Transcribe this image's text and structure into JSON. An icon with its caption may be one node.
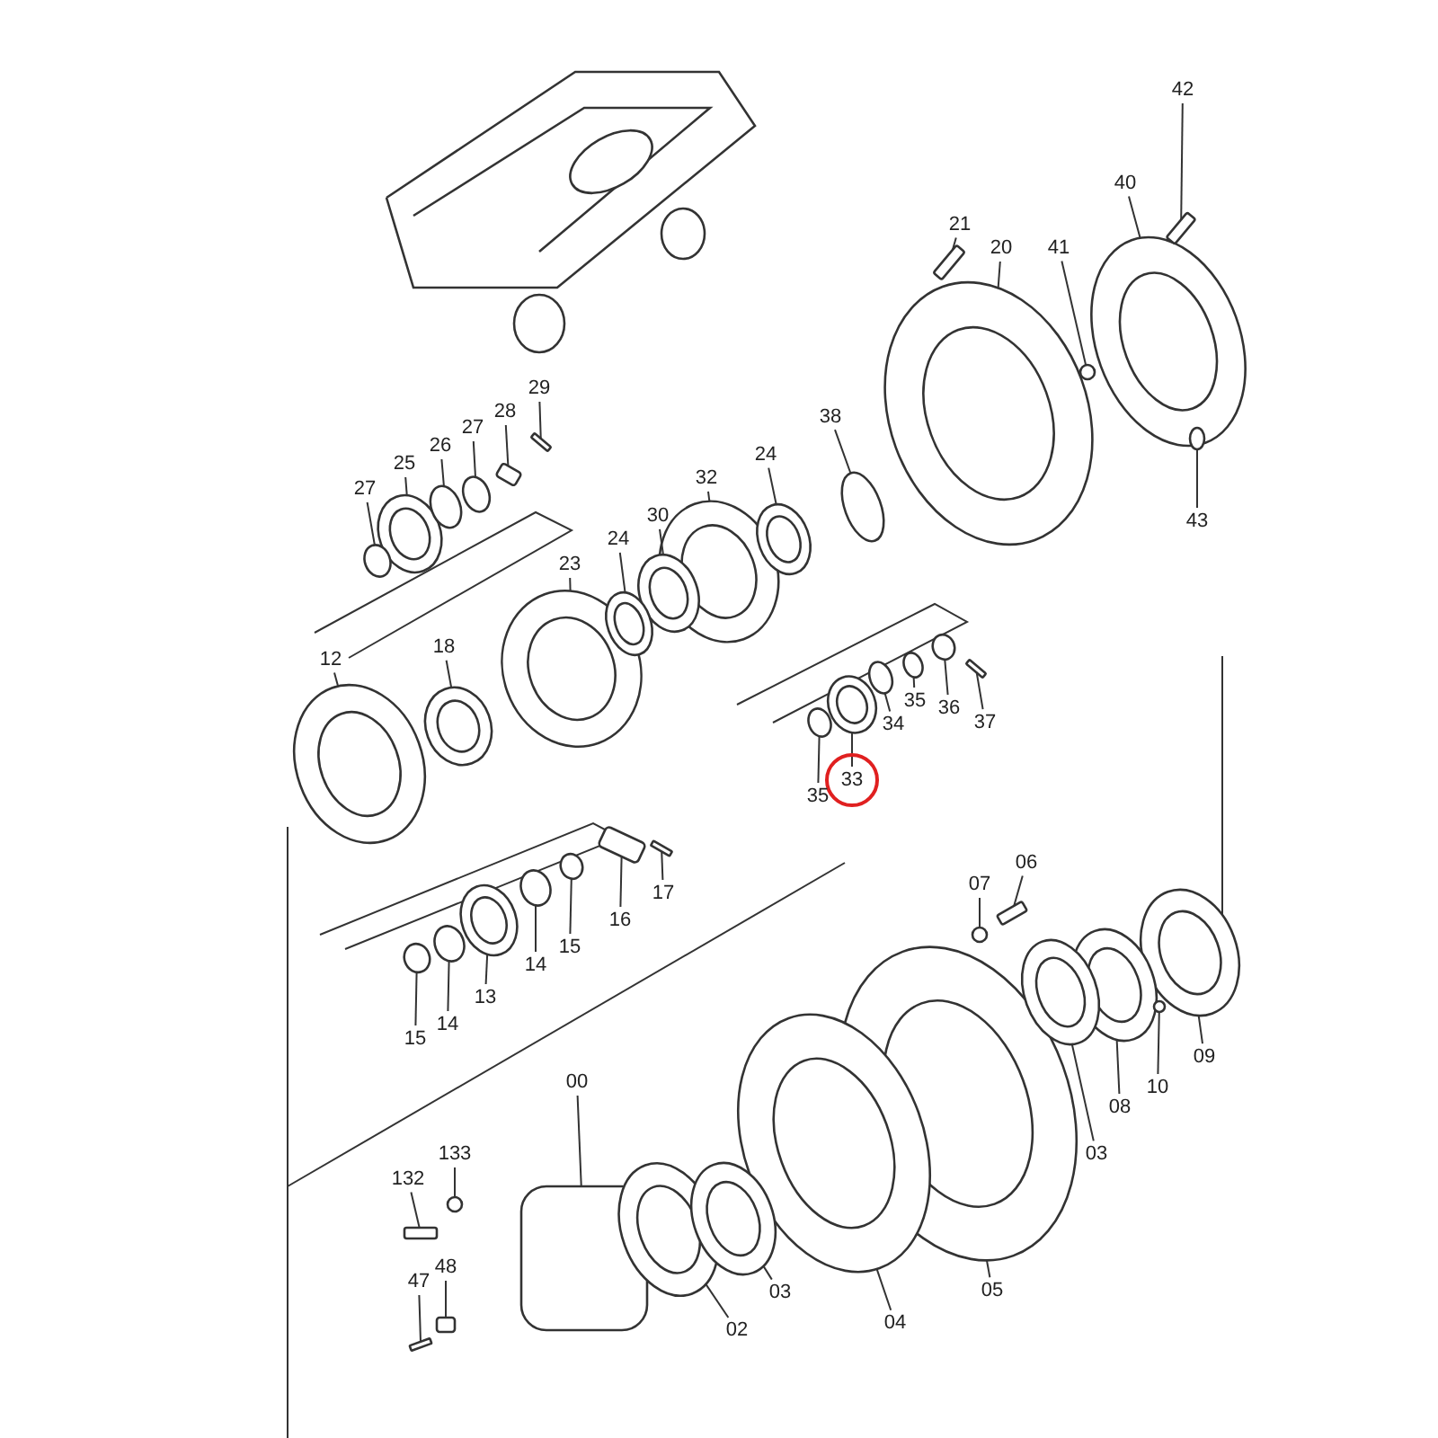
{
  "diagram": {
    "nodes": [
      {
        "text": [
          "42"
        ]
      },
      {
        "text": [
          "40"
        ]
      },
      {
        "text": [
          "21"
        ]
      },
      {
        "text": [
          "20"
        ]
      },
      {
        "text": [
          "41"
        ]
      },
      {
        "text": [
          "29"
        ]
      },
      {
        "text": [
          "28"
        ]
      },
      {
        "text": [
          "27"
        ]
      },
      {
        "text": [
          "26"
        ]
      },
      {
        "text": [
          "25"
        ]
      },
      {
        "text": [
          "27"
        ]
      },
      {
        "text": [
          "38"
        ]
      },
      {
        "text": [
          "24"
        ]
      },
      {
        "text": [
          "32"
        ]
      },
      {
        "text": [
          "30"
        ]
      },
      {
        "text": [
          "24"
        ]
      },
      {
        "text": [
          "23"
        ]
      },
      {
        "text": [
          "43"
        ]
      },
      {
        "text": [
          "12"
        ]
      },
      {
        "text": [
          "18"
        ]
      },
      {
        "text": [
          "37"
        ]
      },
      {
        "text": [
          "36"
        ]
      },
      {
        "text": [
          "35"
        ]
      },
      {
        "text": [
          "34"
        ]
      },
      {
        "text": [
          "33"
        ]
      },
      {
        "text": [
          "35"
        ]
      },
      {
        "text": [
          "17"
        ]
      },
      {
        "text": [
          "16"
        ]
      },
      {
        "text": [
          "15"
        ]
      },
      {
        "text": [
          "14"
        ]
      },
      {
        "text": [
          "13"
        ]
      },
      {
        "text": [
          "14"
        ]
      },
      {
        "text": [
          "15"
        ]
      },
      {
        "text": [
          "07"
        ]
      },
      {
        "text": [
          "06"
        ]
      },
      {
        "text": [
          "09"
        ]
      },
      {
        "text": [
          "10"
        ]
      },
      {
        "text": [
          "08"
        ]
      },
      {
        "text": [
          "03"
        ]
      },
      {
        "text": [
          "00"
        ]
      },
      {
        "text": [
          "133"
        ]
      },
      {
        "text": [
          "132"
        ]
      },
      {
        "text": [
          "48"
        ]
      },
      {
        "text": [
          "47"
        ]
      },
      {
        "text": [
          "05"
        ]
      },
      {
        "text": [
          "04"
        ]
      },
      {
        "text": [
          "03"
        ]
      },
      {
        "text": [
          "02"
        ]
      },
      {
        "text": [],
        "shape": "box"
      },
      {
        "text": [],
        "shape": "circle"
      },
      {
        "text": [],
        "shape": "box"
      },
      {
        "text": [],
        "shape": "circle"
      },
      {
        "text": [],
        "shape": "circle"
      },
      {
        "text": [],
        "shape": "box"
      },
      {
        "text": [],
        "shape": "box"
      },
      {
        "text": [],
        "shape": "circle"
      },
      {
        "text": [],
        "shape": "circle"
      },
      {
        "text": [],
        "shape": "circle"
      },
      {
        "text": [],
        "shape": "circle"
      },
      {
        "text": [],
        "shape": "circle"
      },
      {
        "text": [],
        "shape": "circle"
      },
      {
        "text": [],
        "shape": "circle"
      },
      {
        "text": [],
        "shape": "circle"
      },
      {
        "text": [],
        "shape": "circle"
      },
      {
        "text": [],
        "shape": "circle"
      },
      {
        "text": [],
        "shape": "circle"
      },
      {
        "text": [],
        "shape": "circle"
      },
      {
        "text": [],
        "shape": "circle"
      },
      {
        "text": [],
        "shape": "box"
      },
      {
        "text": [],
        "shape": "circle"
      },
      {
        "text": [],
        "shape": "circle"
      },
      {
        "text": [],
        "shape": "circle"
      },
      {
        "text": [],
        "shape": "circle"
      },
      {
        "text": [],
        "shape": "circle"
      },
      {
        "text": [],
        "shape": "box"
      },
      {
        "text": [],
        "shape": "box"
      },
      {
        "text": [],
        "shape": "circle"
      },
      {
        "text": [],
        "shape": "circle"
      },
      {
        "text": [],
        "shape": "circle"
      },
      {
        "text": [],
        "shape": "circle"
      },
      {
        "text": [],
        "shape": "circle"
      },
      {
        "text": [],
        "shape": "circle"
      },
      {
        "text": [],
        "shape": "box"
      },
      {
        "text": [],
        "shape": "circle"
      },
      {
        "text": [],
        "shape": "circle"
      },
      {
        "text": [],
        "shape": "circle"
      },
      {
        "text": [],
        "shape": "circle"
      },
      {
        "text": [],
        "shape": "box"
      },
      {
        "text": [],
        "shape": "circle"
      },
      {
        "text": [],
        "shape": "box"
      },
      {
        "text": [],
        "shape": "box"
      },
      {
        "text": [],
        "shape": "box"
      },
      {
        "text": [],
        "shape": "circle"
      },
      {
        "text": [],
        "shape": "circle"
      },
      {
        "text": [],
        "shape": "circle"
      },
      {
        "text": [],
        "shape": "circle"
      }
    ],
    "edges": [
      {
        "from": 0,
        "to": 48,
        "arrow": "none"
      },
      {
        "from": 1,
        "to": 49,
        "arrow": "none"
      },
      {
        "from": 2,
        "to": 50,
        "arrow": "none"
      },
      {
        "from": 3,
        "to": 51,
        "arrow": "none"
      },
      {
        "from": 4,
        "to": 52,
        "arrow": "none"
      },
      {
        "from": 5,
        "to": 53,
        "arrow": "none"
      },
      {
        "from": 6,
        "to": 54,
        "arrow": "none"
      },
      {
        "from": 7,
        "to": 55,
        "arrow": "none"
      },
      {
        "from": 8,
        "to": 56,
        "arrow": "none"
      },
      {
        "from": 9,
        "to": 57,
        "arrow": "none"
      },
      {
        "from": 10,
        "to": 58,
        "arrow": "none"
      },
      {
        "from": 11,
        "to": 59,
        "arrow": "none"
      },
      {
        "from": 12,
        "to": 60,
        "arrow": "none"
      },
      {
        "from": 13,
        "to": 61,
        "arrow": "none"
      },
      {
        "from": 14,
        "to": 62,
        "arrow": "none"
      },
      {
        "from": 15,
        "to": 63,
        "arrow": "none"
      },
      {
        "from": 16,
        "to": 64,
        "arrow": "none"
      },
      {
        "from": 17,
        "to": 65,
        "arrow": "none"
      },
      {
        "from": 18,
        "to": 66,
        "arrow": "none"
      },
      {
        "from": 19,
        "to": 67,
        "arrow": "none"
      },
      {
        "from": 20,
        "to": 68,
        "arrow": "none"
      },
      {
        "from": 21,
        "to": 69,
        "arrow": "none"
      },
      {
        "from": 22,
        "to": 70,
        "arrow": "none"
      },
      {
        "from": 23,
        "to": 71,
        "arrow": "none"
      },
      {
        "from": 24,
        "to": 72,
        "arrow": "none"
      },
      {
        "from": 25,
        "to": 73,
        "arrow": "none"
      },
      {
        "from": 26,
        "to": 74,
        "arrow": "none"
      },
      {
        "from": 27,
        "to": 75,
        "arrow": "none"
      },
      {
        "from": 28,
        "to": 76,
        "arrow": "none"
      },
      {
        "from": 29,
        "to": 77,
        "arrow": "none"
      },
      {
        "from": 30,
        "to": 78,
        "arrow": "none"
      },
      {
        "from": 31,
        "to": 79,
        "arrow": "none"
      },
      {
        "from": 32,
        "to": 80,
        "arrow": "none"
      },
      {
        "from": 33,
        "to": 81,
        "arrow": "none"
      },
      {
        "from": 34,
        "to": 82,
        "arrow": "none"
      },
      {
        "from": 35,
        "to": 83,
        "arrow": "none"
      },
      {
        "from": 36,
        "to": 84,
        "arrow": "none"
      },
      {
        "from": 37,
        "to": 85,
        "arrow": "none"
      },
      {
        "from": 38,
        "to": 86,
        "arrow": "none"
      },
      {
        "from": 39,
        "to": 87,
        "arrow": "none"
      },
      {
        "from": 40,
        "to": 88,
        "arrow": "none"
      },
      {
        "from": 41,
        "to": 89,
        "arrow": "none"
      },
      {
        "from": 42,
        "to": 90,
        "arrow": "none"
      },
      {
        "from": 43,
        "to": 91,
        "arrow": "none"
      },
      {
        "from": 44,
        "to": 92,
        "arrow": "none"
      },
      {
        "from": 45,
        "to": 93,
        "arrow": "none"
      },
      {
        "from": 46,
        "to": 94,
        "arrow": "none"
      },
      {
        "from": 47,
        "to": 95,
        "arrow": "none"
      }
    ]
  }
}
